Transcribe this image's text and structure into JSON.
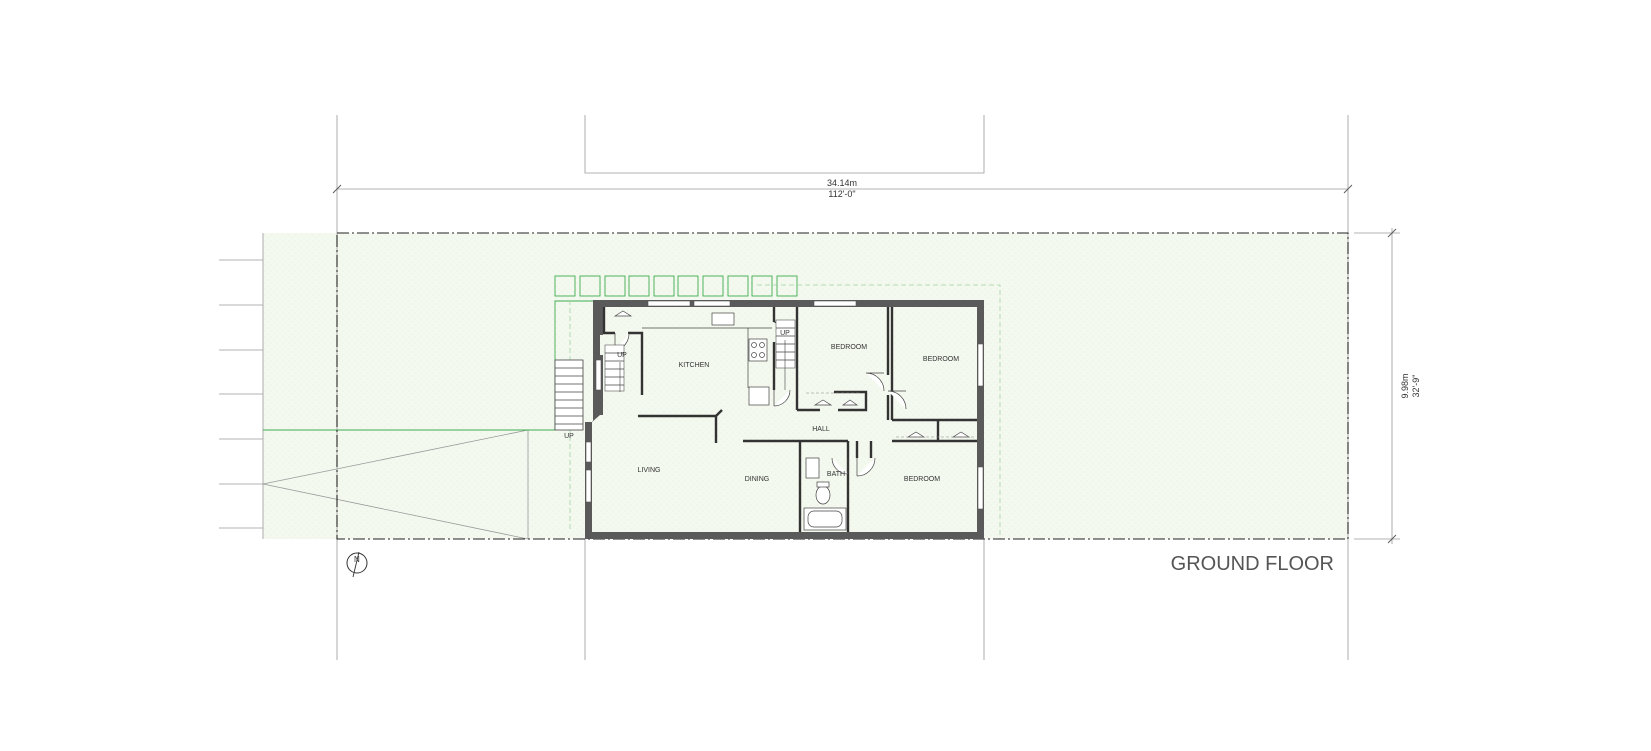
{
  "drawing": {
    "title": "GROUND FLOOR",
    "north_label": "N",
    "dimensions": {
      "width_metric": "34.14m",
      "width_imperial": "112'-0\"",
      "depth_metric": "9.98m",
      "depth_imperial": "32'-9\""
    },
    "rooms": {
      "kitchen": "KITCHEN",
      "living": "LIVING",
      "dining": "DINING",
      "hall": "HALL",
      "bath": "BATH",
      "bedroom_1": "BEDROOM",
      "bedroom_2": "BEDROOM",
      "bedroom_3": "BEDROOM"
    },
    "stair_labels": {
      "up_1": "UP",
      "up_2": "UP",
      "up_3": "UP"
    }
  },
  "colors": {
    "yard_fill": "#f3f8ee",
    "wall": "#5a5a5a",
    "green_line": "#3daa4d",
    "title": "#555555"
  }
}
